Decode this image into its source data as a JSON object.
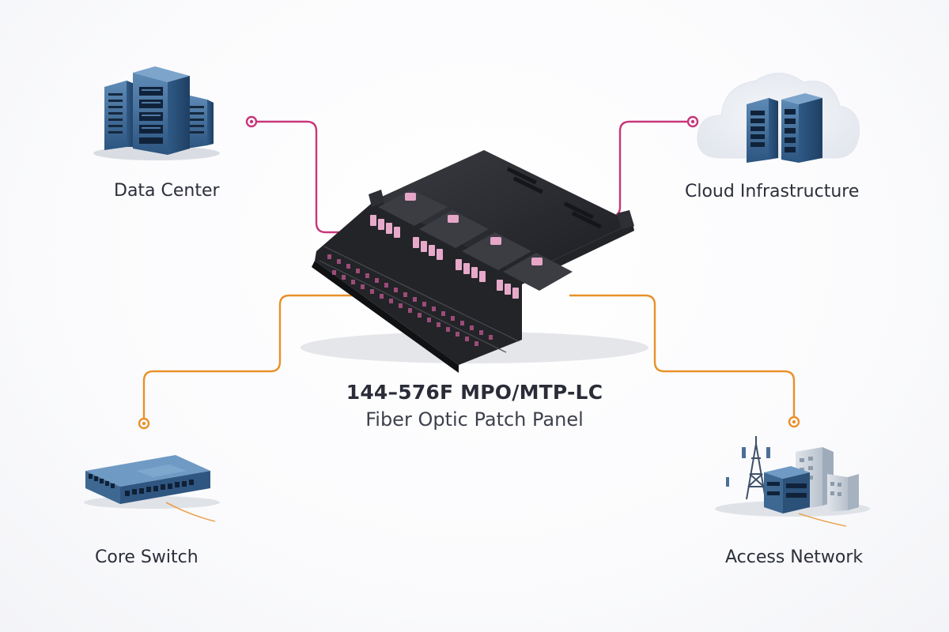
{
  "title": {
    "main": "144–576F MPO/MTP-LC",
    "sub": "Fiber Optic Patch Panel"
  },
  "nodes": {
    "data_center": {
      "label": "Data Center",
      "icon": "server-rack-icon"
    },
    "cloud": {
      "label": "Cloud Infrastructure",
      "icon": "cloud-server-icon"
    },
    "core_switch": {
      "label": "Core Switch",
      "icon": "network-switch-icon"
    },
    "access_network": {
      "label": "Access Network",
      "icon": "city-tower-icon"
    }
  },
  "colors": {
    "upper_connector": "#c8367a",
    "lower_connector": "#e8912a",
    "panel_body": "#2a2b30",
    "adapter_pink": "#e6a6c8",
    "server_blue": "#3f6f9c",
    "text": "#2b2f3a"
  }
}
